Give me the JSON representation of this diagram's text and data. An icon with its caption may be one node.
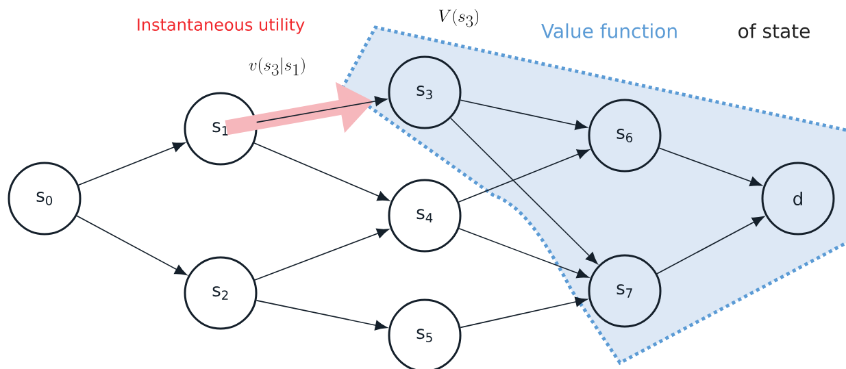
{
  "diagram": {
    "nodes": [
      {
        "text": [
          "s$_{0}$"
        ]
      },
      {
        "text": [
          "s$_{1}$"
        ]
      },
      {
        "text": [
          "s$_{2}$"
        ]
      },
      {
        "text": [
          "s$_{3}$"
        ]
      },
      {
        "text": [
          "s$_{4}$"
        ]
      },
      {
        "text": [
          "s$_{5}$"
        ]
      },
      {
        "text": [
          "s$_{6}$"
        ]
      },
      {
        "text": [
          "s$_{7}$"
        ]
      },
      {
        "text": [
          "d"
        ]
      }
    ],
    "edges": [
      {
        "from": 0,
        "to": 1,
        "arrow": "to"
      },
      {
        "from": 0,
        "to": 2,
        "arrow": "to"
      },
      {
        "from": 1,
        "to": 3,
        "arrow": "to",
        "style": "thick",
        "color": "#f6b7bc"
      },
      {
        "from": 1,
        "to": 3,
        "arrow": "to"
      },
      {
        "from": 1,
        "to": 4,
        "arrow": "to"
      },
      {
        "from": 2,
        "to": 4,
        "arrow": "to"
      },
      {
        "from": 2,
        "to": 5,
        "arrow": "to"
      },
      {
        "from": 3,
        "to": 6,
        "arrow": "to"
      },
      {
        "from": 3,
        "to": 7,
        "arrow": "to"
      },
      {
        "from": 4,
        "to": 6,
        "arrow": "to"
      },
      {
        "from": 4,
        "to": 7,
        "arrow": "to"
      },
      {
        "from": 5,
        "to": 7,
        "arrow": "to"
      },
      {
        "from": 6,
        "to": 8,
        "arrow": "to"
      },
      {
        "from": 7,
        "to": 8,
        "arrow": "to"
      }
    ],
    "labels": [
      "Instantaneous utility",
      "v(s_3|s_1)",
      "V(s_3)",
      "Value function",
      "of state"
    ]
  }
}
